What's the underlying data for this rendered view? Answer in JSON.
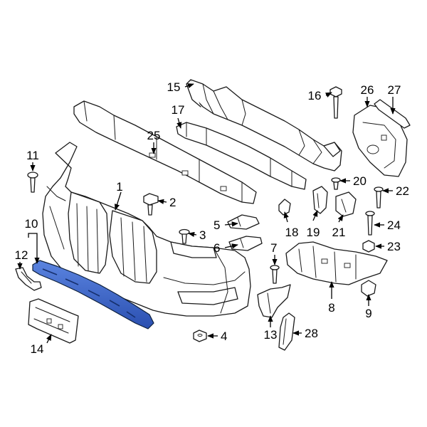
{
  "colors": {
    "background": "#ffffff",
    "line": "#1a1a1a",
    "highlight": "#3a63c8"
  },
  "highlighted_part": "10",
  "callouts": [
    {
      "id": "c1",
      "label": "1"
    },
    {
      "id": "c2",
      "label": "2"
    },
    {
      "id": "c3",
      "label": "3"
    },
    {
      "id": "c4",
      "label": "4"
    },
    {
      "id": "c5",
      "label": "5"
    },
    {
      "id": "c6",
      "label": "6"
    },
    {
      "id": "c7",
      "label": "7"
    },
    {
      "id": "c8",
      "label": "8"
    },
    {
      "id": "c9",
      "label": "9"
    },
    {
      "id": "c10",
      "label": "10"
    },
    {
      "id": "c11",
      "label": "11"
    },
    {
      "id": "c12",
      "label": "12"
    },
    {
      "id": "c13",
      "label": "13"
    },
    {
      "id": "c14",
      "label": "14"
    },
    {
      "id": "c15",
      "label": "15"
    },
    {
      "id": "c16",
      "label": "16"
    },
    {
      "id": "c17",
      "label": "17"
    },
    {
      "id": "c18",
      "label": "18"
    },
    {
      "id": "c19",
      "label": "19"
    },
    {
      "id": "c20",
      "label": "20"
    },
    {
      "id": "c21",
      "label": "21"
    },
    {
      "id": "c22",
      "label": "22"
    },
    {
      "id": "c23",
      "label": "23"
    },
    {
      "id": "c24",
      "label": "24"
    },
    {
      "id": "c25",
      "label": "25"
    },
    {
      "id": "c26",
      "label": "26"
    },
    {
      "id": "c27",
      "label": "27"
    },
    {
      "id": "c28",
      "label": "28"
    }
  ]
}
